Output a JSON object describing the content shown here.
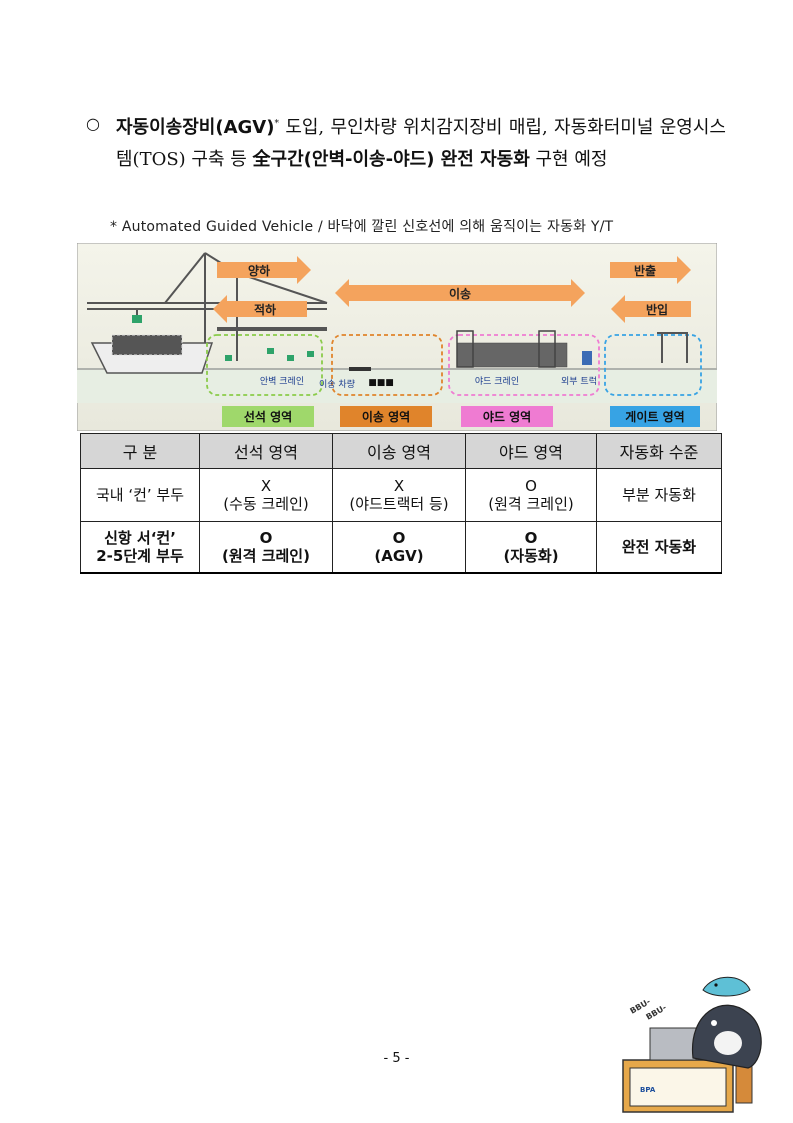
{
  "bullet": {
    "marker": "○",
    "bold1": "자동이송장비(AGV)",
    "sup": "*",
    "text1": " 도입, 무인차량 위치감지장비 매립, 자동화터미널 운영시스템(TOS) 구축 등 ",
    "bold2": "全구간(안벽-이송-야드) 완전 자동화",
    "text2": " 구현 예정"
  },
  "footnote": "* Automated Guided Vehicle / 바닥에 깔린 신호선에 의해 움직이는 자동화 Y/T",
  "diagram": {
    "unload": "양하",
    "load": "적하",
    "transfer": "이송",
    "gate_out": "반출",
    "gate_in": "반입",
    "quay_crane": "안벽 크레인",
    "transfer_vehicle": "이송 차량",
    "dots": "■■■",
    "yard_crane": "야드 크레인",
    "external_truck": "외부 트럭",
    "zones": [
      "선석 영역",
      "이송 영역",
      "야드 영역",
      "게이트 영역"
    ],
    "zone_colors": [
      "#9fd86b",
      "#e0842b",
      "#ef7bd2",
      "#37a3e4"
    ]
  },
  "table": {
    "headers": [
      "구 분",
      "선석 영역",
      "이송 영역",
      "야드 영역",
      "자동화 수준"
    ],
    "rows": [
      {
        "label": "국내 ‘컨’ 부두",
        "cells": [
          [
            "X",
            "(수동 크레인)"
          ],
          [
            "X",
            "(야드트랙터 등)"
          ],
          [
            "O",
            "(원격 크레인)"
          ]
        ],
        "level": "부분 자동화"
      },
      {
        "label1": "신항 서‘컨’",
        "label2": "2-5단계 부두",
        "cells": [
          [
            "O",
            "(원격 크레인)"
          ],
          [
            "O",
            "(AGV)"
          ],
          [
            "O",
            "(자동화)"
          ]
        ],
        "level": "완전 자동화"
      }
    ]
  },
  "page_number": "- 5 -",
  "mascot": {
    "speech1": "BBU-",
    "speech2": "BBU-",
    "sign": "BPA"
  }
}
